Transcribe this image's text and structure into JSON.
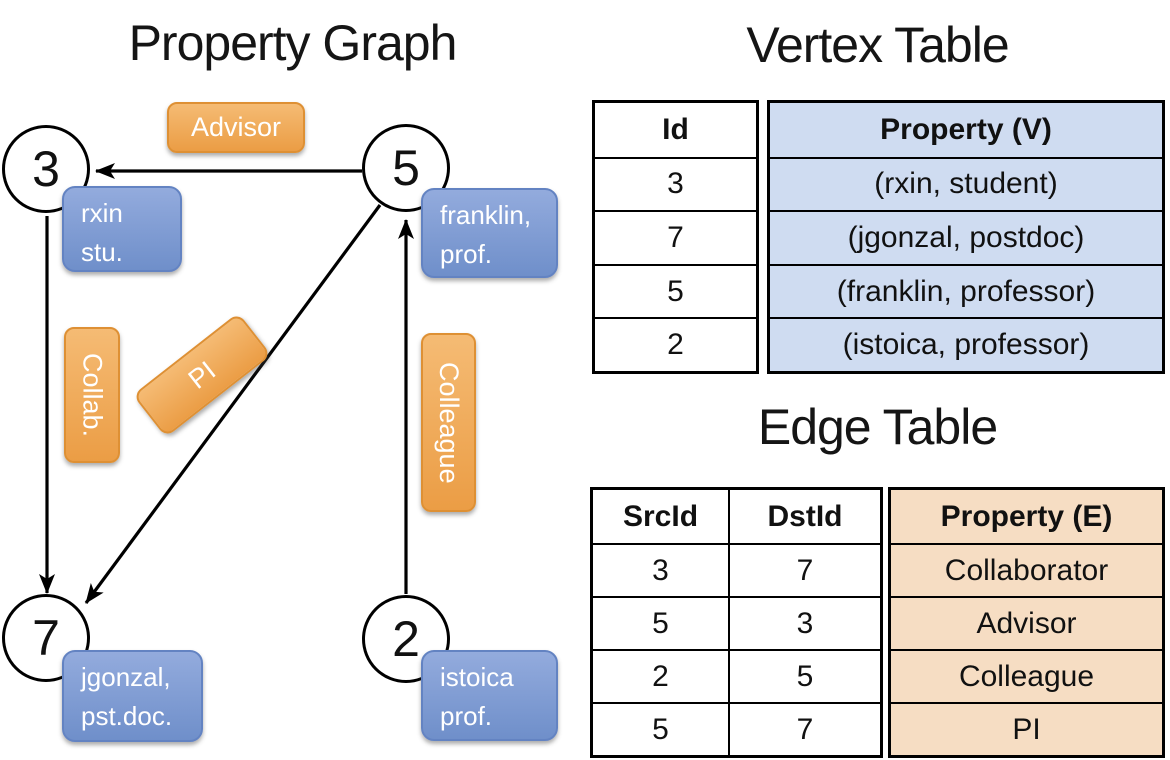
{
  "slide": {
    "graph_title": "Property Graph",
    "vertex_table_title": "Vertex Table",
    "edge_table_title": "Edge Table"
  },
  "graph": {
    "vertices": [
      {
        "id": "3",
        "property_lines": [
          "rxin",
          "stu."
        ]
      },
      {
        "id": "5",
        "property_lines": [
          "franklin,",
          "prof."
        ]
      },
      {
        "id": "7",
        "property_lines": [
          "jgonzal,",
          "pst.doc."
        ]
      },
      {
        "id": "2",
        "property_lines": [
          "istoica",
          "prof."
        ]
      }
    ],
    "edges": [
      {
        "src": "5",
        "dst": "3",
        "label": "Advisor"
      },
      {
        "src": "3",
        "dst": "7",
        "label": "Collab."
      },
      {
        "src": "5",
        "dst": "7",
        "label": "PI"
      },
      {
        "src": "2",
        "dst": "5",
        "label": "Colleague"
      }
    ]
  },
  "vertex_table": {
    "columns": [
      "Id",
      "Property (V)"
    ],
    "rows": [
      [
        "3",
        "(rxin, student)"
      ],
      [
        "7",
        "(jgonzal, postdoc)"
      ],
      [
        "5",
        "(franklin, professor)"
      ],
      [
        "2",
        "(istoica, professor)"
      ]
    ]
  },
  "edge_table": {
    "columns": [
      "SrcId",
      "DstId",
      "Property (E)"
    ],
    "rows": [
      [
        "3",
        "7",
        "Collaborator"
      ],
      [
        "5",
        "3",
        "Advisor"
      ],
      [
        "2",
        "5",
        "Colleague"
      ],
      [
        "5",
        "7",
        "PI"
      ]
    ]
  },
  "colors": {
    "edge_label_orange": "#EDA04C",
    "vertex_label_blue": "#7E9CD4",
    "vertex_property_bg": "#CFDCF1",
    "edge_property_bg": "#F6DDC3"
  }
}
